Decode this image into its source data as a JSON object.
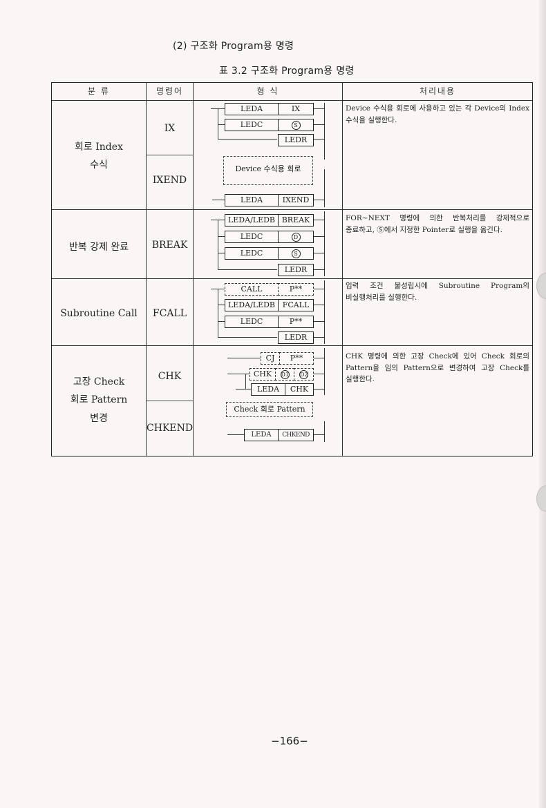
{
  "section_title": "(2) 구조화 Program용 명령",
  "table_caption": "표 3.2 구조화 Program용 명령",
  "headers": {
    "category": "분 류",
    "instruction": "명령어",
    "format": "형 식",
    "content": "처리내용"
  },
  "rows": [
    {
      "category_line1": "회로 Index",
      "category_line2": "수식",
      "instr1": "IX",
      "instr2": "IXEND",
      "ladder": {
        "b1": "LEDA",
        "b2": "IX",
        "b3": "LEDC",
        "b4": "S",
        "b5": "LEDR",
        "dash": "Device 수식용 회로",
        "b6": "LEDA",
        "b7": "IXEND"
      },
      "desc": "Device 수식용 회로에 사용하고 있는 각 Device의 Index 수식을 실행한다."
    },
    {
      "category_line1": "반복 강제 완료",
      "instr1": "BREAK",
      "ladder": {
        "b1": "LEDA/LEDB",
        "b2": "BREAK",
        "b3": "LEDC",
        "b4": "D",
        "b5": "LEDC",
        "b6": "S",
        "b7": "LEDR"
      },
      "desc": "FOR~NEXT 명령에 의한 반복처리를 강제적으로 종료하고, Ⓢ에서 지정한 Pointer로 실행을 옮긴다."
    },
    {
      "category_line1": "Subroutine Call",
      "instr1": "FCALL",
      "ladder": {
        "b1": "CALL",
        "b2": "P**",
        "b3": "LEDA/LEDB",
        "b4": "FCALL",
        "b5": "LEDC",
        "b6": "P**",
        "b7": "LEDR"
      },
      "desc": "입력 조건 불성립시에 Subroutine Program의 비실행처리를 실행한다."
    },
    {
      "category_line1": "고장 Check",
      "category_line2": "회로 Pattern",
      "category_line3": "변경",
      "instr1": "CHK",
      "instr2": "CHKEND",
      "ladder": {
        "b1": "CJ",
        "b2": "P**",
        "b3": "CHK",
        "b4": "D1",
        "b5": "D2",
        "b6": "LEDA",
        "b7": "CHK",
        "dash": "Check 회로 Pattern",
        "b8": "LEDA",
        "b9": "CHKEND"
      },
      "desc": "CHK 명령에 의한 고장 Check에 있어 Check 회로의 Pattern을 임의 Pattern으로 변경하여 고장 Check를 실행한다."
    }
  ],
  "page_number": "−166−"
}
